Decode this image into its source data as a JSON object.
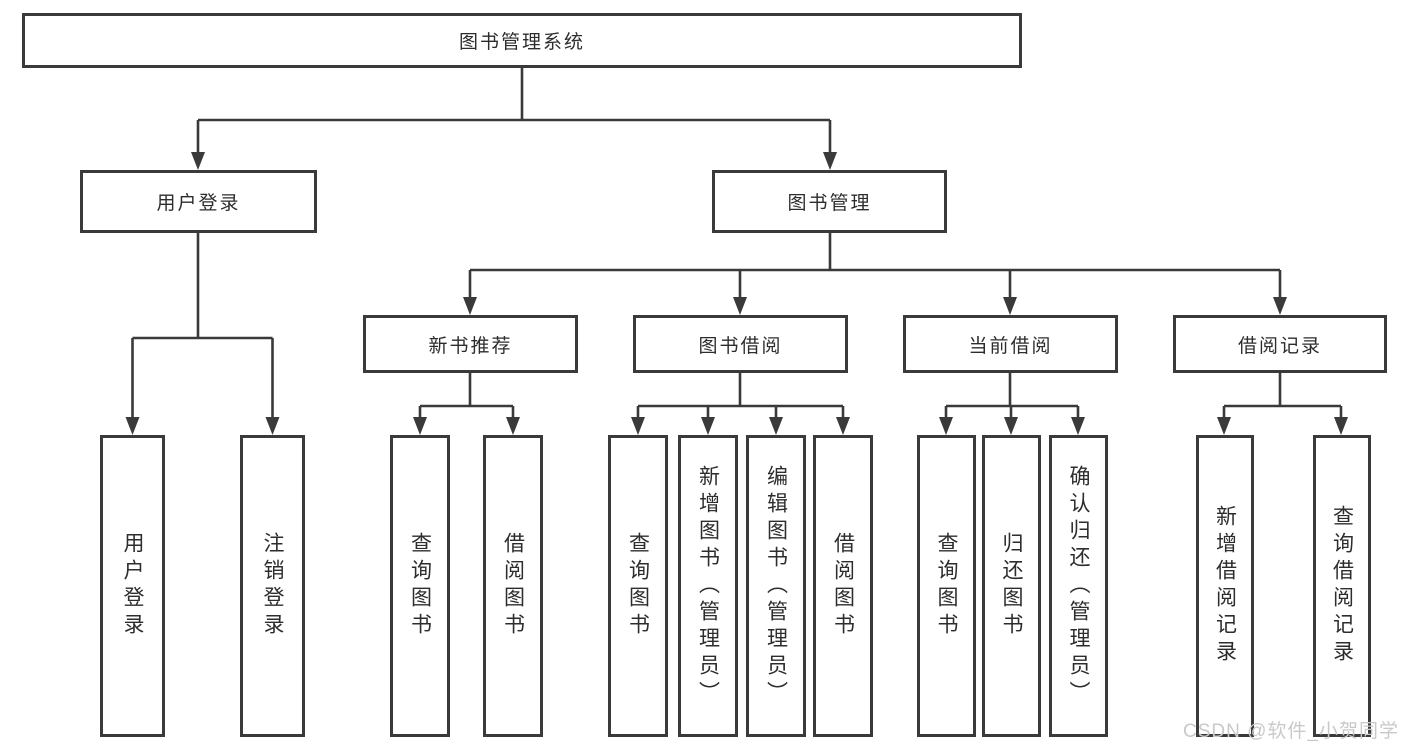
{
  "tree": {
    "root": {
      "label": "图书管理系统"
    },
    "branches": [
      {
        "label": "用户登录",
        "children": [
          {
            "label": "用户登录"
          },
          {
            "label": "注销登录"
          }
        ]
      },
      {
        "label": "图书管理",
        "children": [
          {
            "label": "新书推荐",
            "children": [
              {
                "label": "查询图书"
              },
              {
                "label": "借阅图书"
              }
            ]
          },
          {
            "label": "图书借阅",
            "children": [
              {
                "label": "查询图书"
              },
              {
                "label": "新增图书（管理员）"
              },
              {
                "label": "编辑图书（管理员）"
              },
              {
                "label": "借阅图书"
              }
            ]
          },
          {
            "label": "当前借阅",
            "children": [
              {
                "label": "查询图书"
              },
              {
                "label": "归还图书"
              },
              {
                "label": "确认归还（管理员）"
              }
            ]
          },
          {
            "label": "借阅记录",
            "children": [
              {
                "label": "新增借阅记录"
              },
              {
                "label": "查询借阅记录"
              }
            ]
          }
        ]
      }
    ]
  },
  "watermark": "CSDN @软件_小贺同学",
  "colors": {
    "border": "#3a3a3a",
    "line": "#3a3a3a",
    "fill": "#ffffff",
    "watermark": "#c9c9c9"
  }
}
